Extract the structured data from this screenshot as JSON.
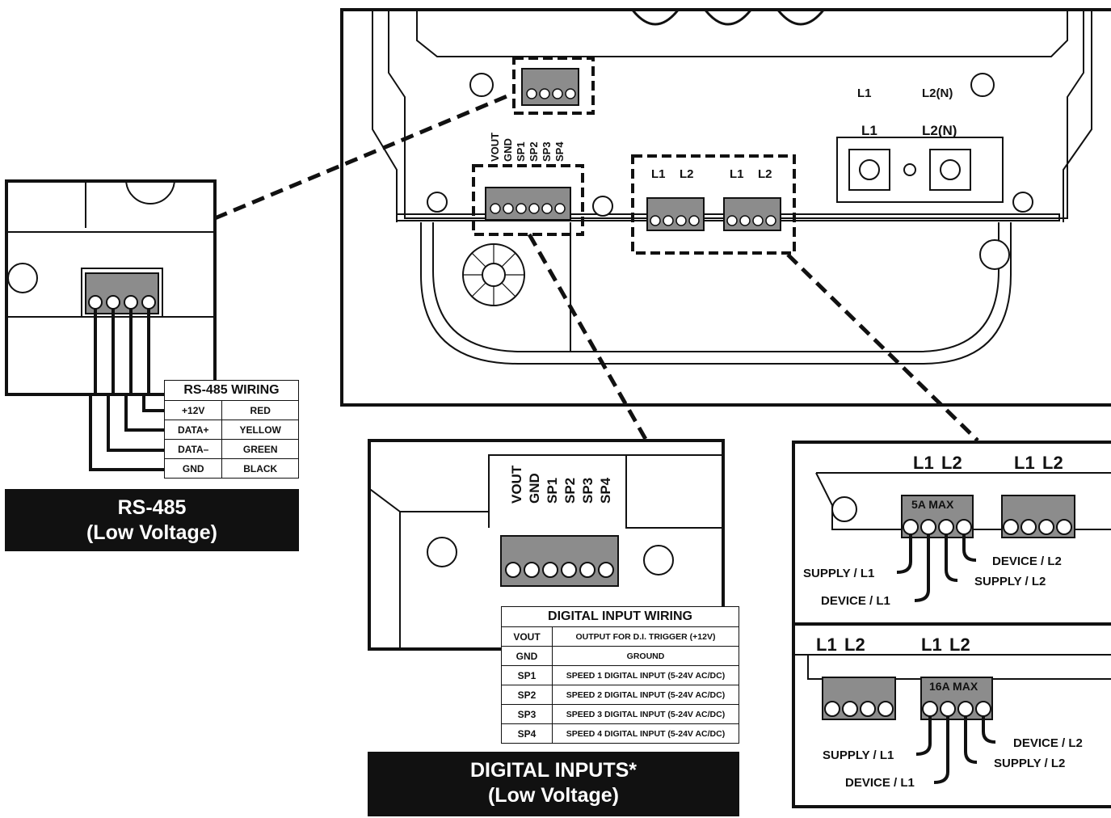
{
  "rs485": {
    "title_line1": "RS-485",
    "title_line2": "(Low Voltage)",
    "table_title": "RS-485 WIRING",
    "rows": [
      {
        "pin": "+12V",
        "color": "RED"
      },
      {
        "pin": "DATA+",
        "color": "YELLOW"
      },
      {
        "pin": "DATA–",
        "color": "GREEN"
      },
      {
        "pin": "GND",
        "color": "BLACK"
      }
    ]
  },
  "digital_inputs": {
    "title_line1": "DIGITAL INPUTS*",
    "title_line2": "(Low Voltage)",
    "table_title": "DIGITAL INPUT WIRING",
    "terminal_labels": [
      "VOUT",
      "GND",
      "SP1",
      "SP2",
      "SP3",
      "SP4"
    ],
    "rows": [
      {
        "pin": "VOUT",
        "desc": "OUTPUT FOR D.I. TRIGGER (+12V)"
      },
      {
        "pin": "GND",
        "desc": "GROUND"
      },
      {
        "pin": "SP1",
        "desc": "SPEED 1 DIGITAL INPUT (5-24V AC/DC)"
      },
      {
        "pin": "SP2",
        "desc": "SPEED 2 DIGITAL INPUT (5-24V AC/DC)"
      },
      {
        "pin": "SP3",
        "desc": "SPEED 3 DIGITAL INPUT (5-24V AC/DC)"
      },
      {
        "pin": "SP4",
        "desc": "SPEED 4 DIGITAL INPUT (5-24V AC/DC)"
      }
    ]
  },
  "main_panel": {
    "power_labels": [
      "L1",
      "L2(N)"
    ],
    "relay_labels": [
      "L1",
      "L2",
      "L1",
      "L2"
    ]
  },
  "relay_5a": {
    "max_label": "5A MAX",
    "header_labels": [
      "L1",
      "L2",
      "L1",
      "L2"
    ],
    "wires": {
      "supply_l1": "SUPPLY / L1",
      "device_l1": "DEVICE / L1",
      "supply_l2": "SUPPLY / L2",
      "device_l2": "DEVICE / L2"
    }
  },
  "relay_16a": {
    "max_label": "16A MAX",
    "header_labels": [
      "L1",
      "L2",
      "L1",
      "L2"
    ],
    "wires": {
      "supply_l1": "SUPPLY / L1",
      "device_l1": "DEVICE / L1",
      "supply_l2": "SUPPLY / L2",
      "device_l2": "DEVICE / L2"
    }
  },
  "colors": {
    "ink": "#111111",
    "terminal_fill": "#8c8c8c",
    "label_bg": "#111111",
    "label_text": "#ffffff"
  }
}
